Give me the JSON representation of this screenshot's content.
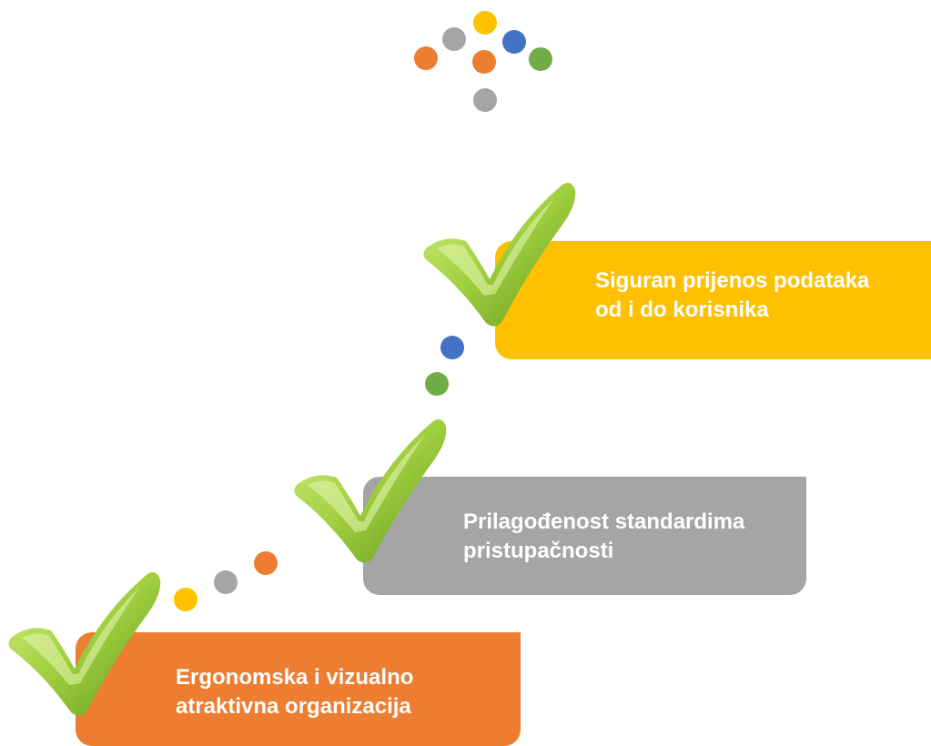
{
  "colors": {
    "orange": "#ed7d31",
    "gray": "#a5a5a5",
    "yellow": "#ffc000",
    "blue": "#4472c4",
    "green": "#70ad47",
    "check_light": "#b9e05a",
    "check_dark": "#5f9a1d"
  },
  "icons": {
    "logo": "dot-cluster-logo-icon",
    "check": "checkmark-icon"
  },
  "steps": [
    {
      "line1": "Ergonomska i vizualno",
      "line2": "atraktivna organizacija",
      "color": "orange"
    },
    {
      "line1": "Prilagođenost standardima",
      "line2": "pristupačnosti",
      "color": "gray"
    },
    {
      "line1": "Siguran prijenos podataka",
      "line2": "od i do korisnika",
      "color": "yellow"
    }
  ]
}
